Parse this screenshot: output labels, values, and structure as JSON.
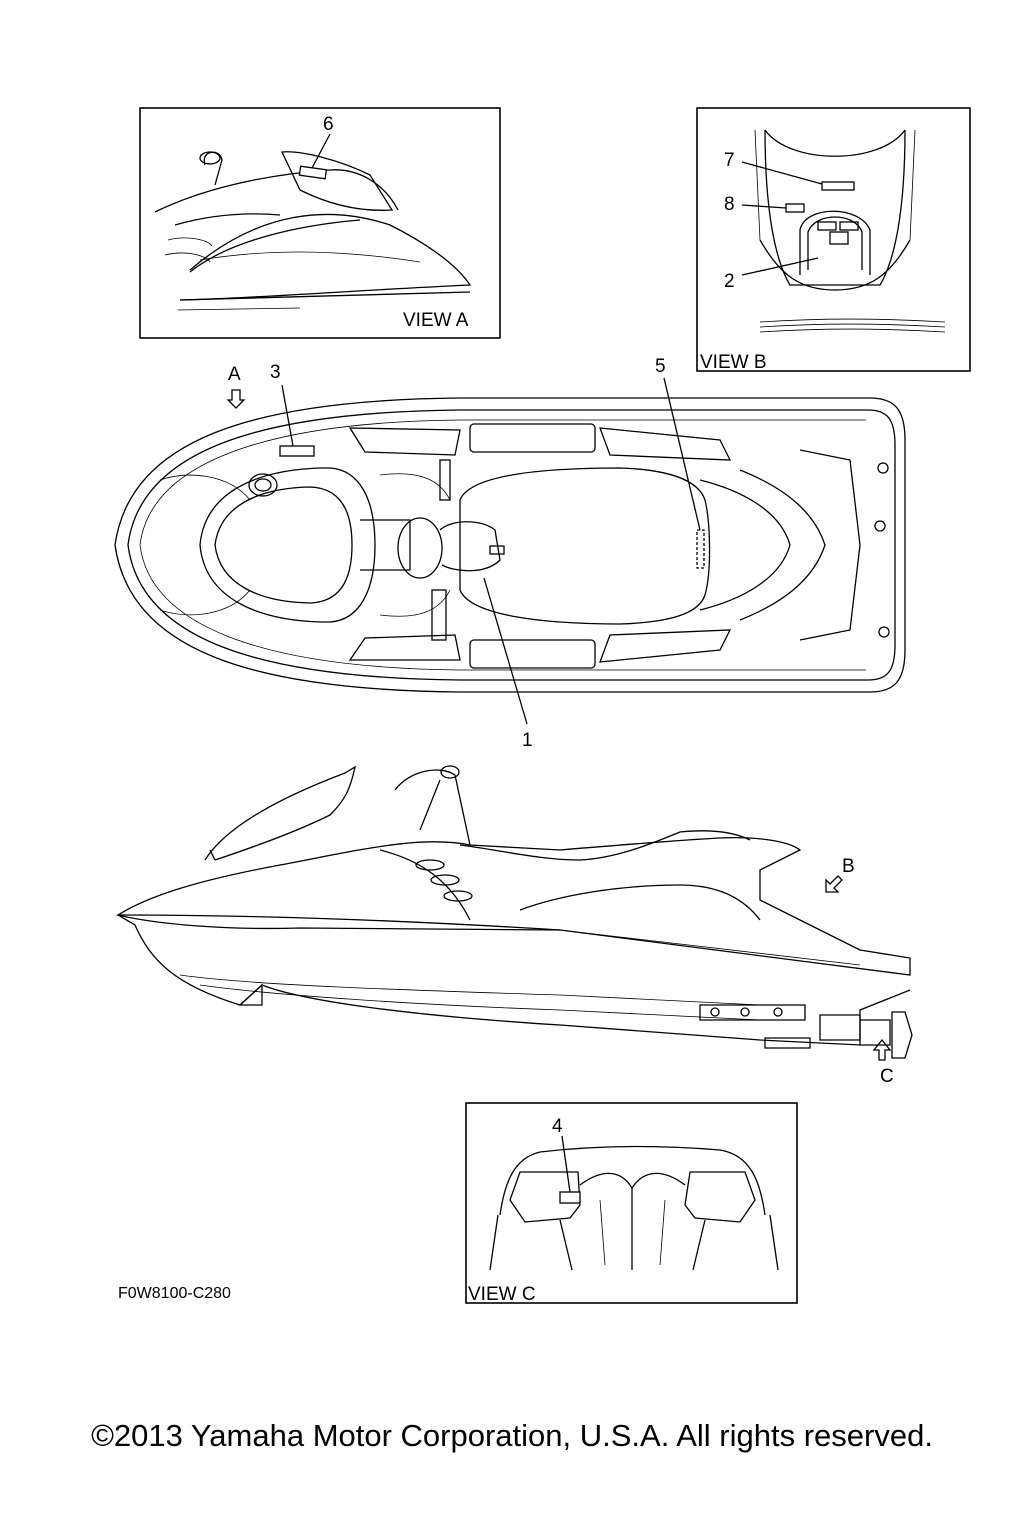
{
  "views": {
    "a": {
      "caption": "VIEW A",
      "callout": "6"
    },
    "b": {
      "caption": "VIEW B",
      "callouts": [
        "7",
        "8",
        "2"
      ]
    },
    "c": {
      "caption": "VIEW C",
      "callout": "4"
    }
  },
  "top_view": {
    "view_a_arrow": "A",
    "callouts": [
      "3",
      "5",
      "1"
    ]
  },
  "side_view": {
    "view_b_arrow": "B",
    "view_c_arrow": "C"
  },
  "figure_code": "F0W8100-C280",
  "copyright": "©2013 Yamaha Motor Corporation, U.S.A. All rights reserved."
}
